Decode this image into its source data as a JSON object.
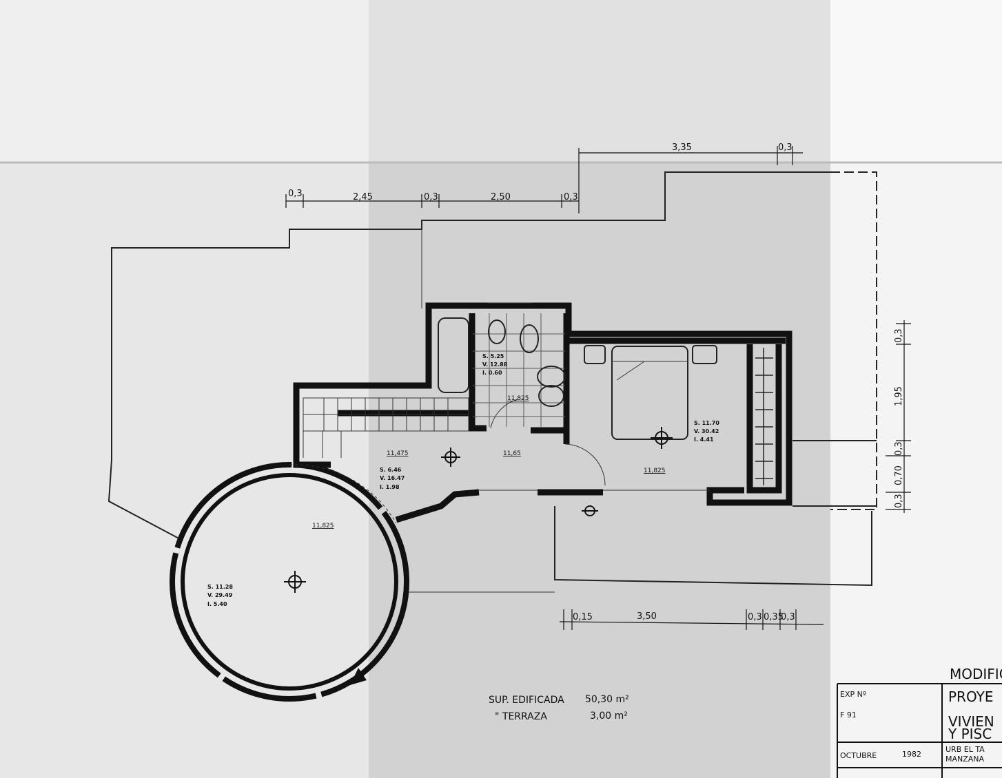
{
  "dimensions": {
    "top": [
      "0,3",
      "2,45",
      "0,3",
      "2,50",
      "0,3"
    ],
    "top_upper": [
      "3,35",
      "0,3"
    ],
    "right": [
      "0,3",
      "1,95",
      "0,3",
      "0,70",
      "0,3"
    ],
    "bottom": [
      "0,15",
      "3,50",
      "0,3",
      "0,35",
      "0,3"
    ]
  },
  "rooms": {
    "bath": {
      "s": "S. 5.25",
      "v": "V. 12.88",
      "i": "I. 0.60",
      "level": "11,825"
    },
    "hall": {
      "level": "11,65"
    },
    "stair": {
      "s": "S. 6.46",
      "v": "V. 16.47",
      "i": "I. 1.98",
      "level": "11,475"
    },
    "bedroom": {
      "s": "S. 11.70",
      "v": "V. 30.42",
      "i": "I. 4.41",
      "level": "11,825"
    },
    "round": {
      "s": "S. 11.28",
      "v": "V. 29.49",
      "i": "I. 5.40",
      "level": "11,825"
    }
  },
  "areas": {
    "built_label": "SUP. EDIFICADA",
    "built_value": "50,30 m²",
    "terrace_label": "\"  TERRAZA",
    "terrace_value": "3,00 m²"
  },
  "title_block": {
    "heading": "MODIFIC",
    "exp_label": "EXP Nº",
    "exp_value": "F  91",
    "project": "PROYE",
    "line1": "VIVIEN",
    "line2": "Y PISC",
    "date_month": "OCTUBRE",
    "date_year": "1982",
    "addr1": "URB  EL TA",
    "addr2": "MANZANA"
  }
}
